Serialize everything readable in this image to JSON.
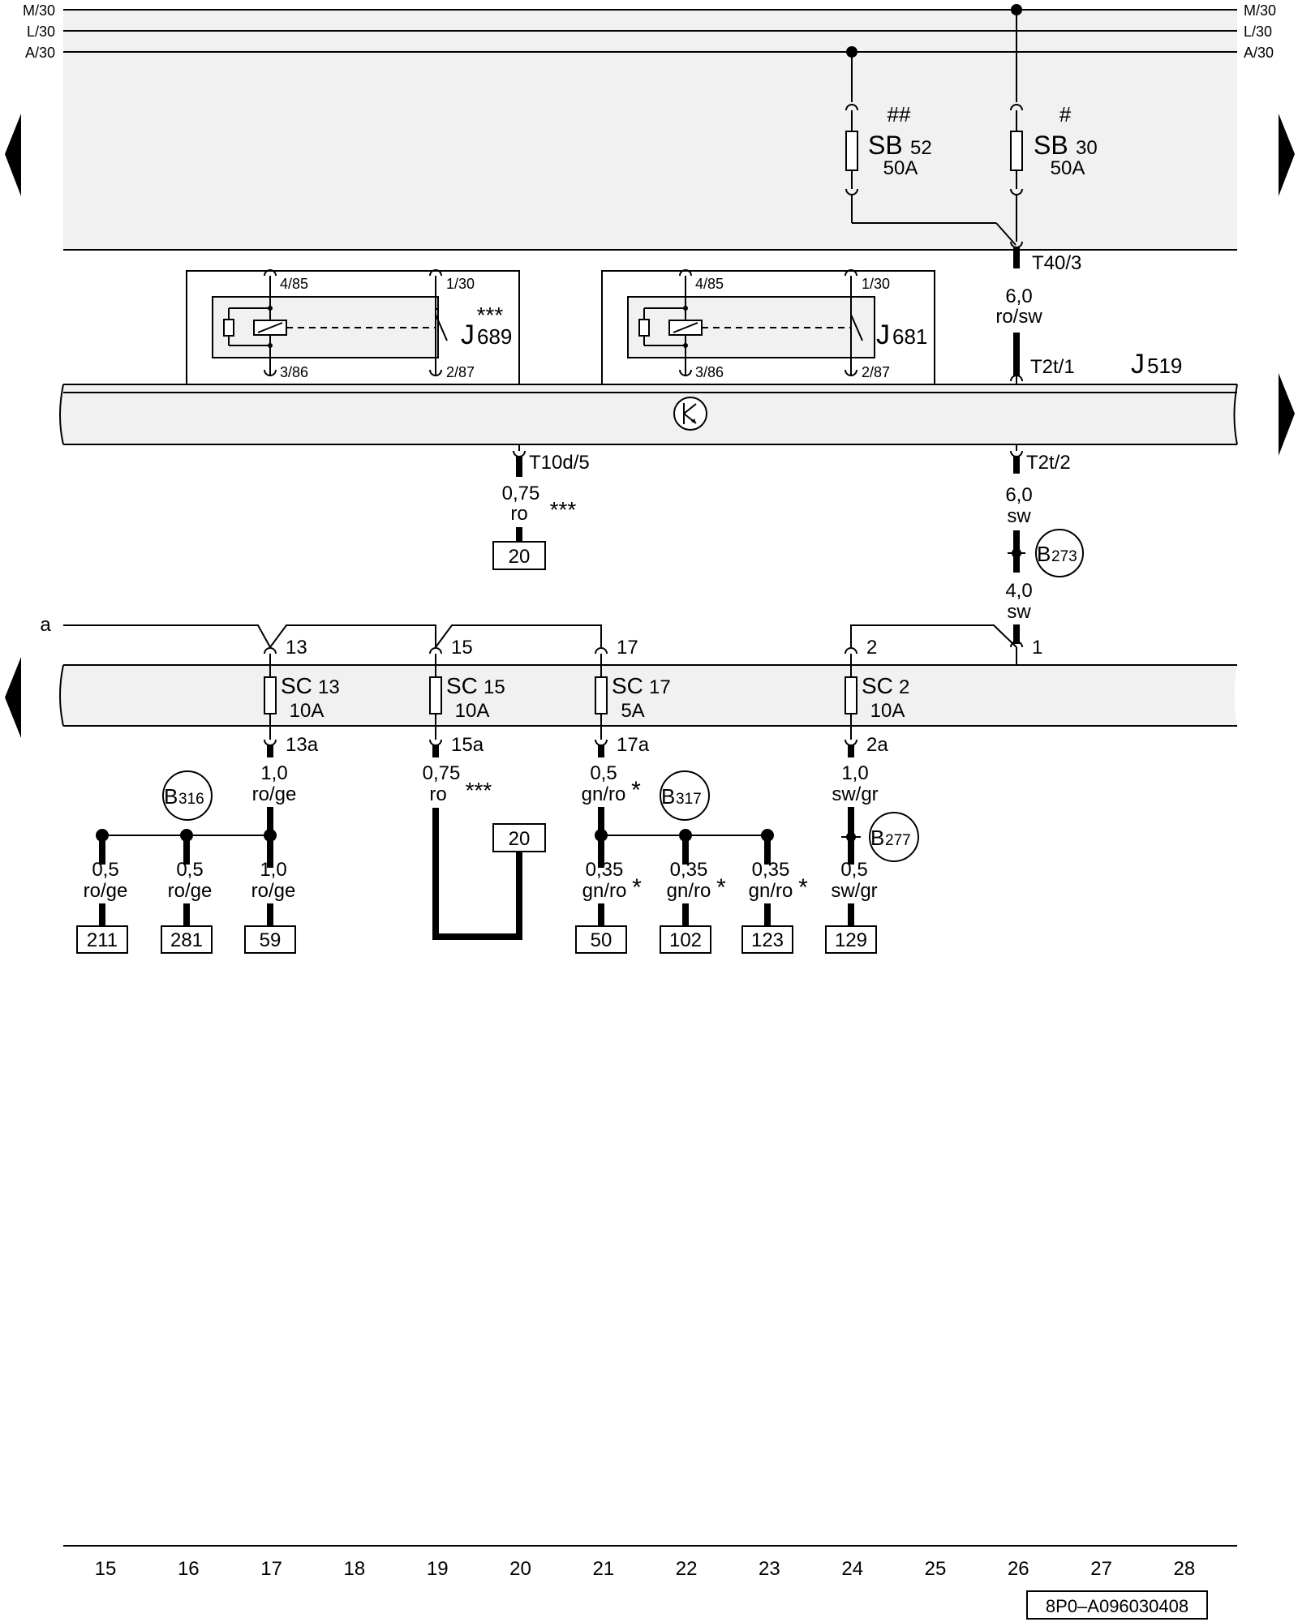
{
  "rails": {
    "left": [
      "M/30",
      "L/30",
      "A/30"
    ],
    "right": [
      "M/30",
      "L/30",
      "A/30"
    ]
  },
  "fuses_sb": [
    {
      "id": "sb52",
      "mark": "##",
      "code": "SB",
      "num": "52",
      "rating": "50A"
    },
    {
      "id": "sb30",
      "mark": "#",
      "code": "SB",
      "num": "30",
      "rating": "50A"
    }
  ],
  "relays": [
    {
      "id": "j689",
      "mark": "***",
      "letter": "J",
      "num": "689",
      "pins": [
        "4/85",
        "1/30",
        "3/86",
        "2/87"
      ]
    },
    {
      "id": "j681",
      "mark": "",
      "letter": "J",
      "num": "681",
      "pins": [
        "4/85",
        "1/30",
        "3/86",
        "2/87"
      ]
    }
  ],
  "module": {
    "letter": "J",
    "num": "519"
  },
  "connectors": {
    "t40_3": "T40/3",
    "t2t_1": "T2t/1",
    "t2t_2": "T2t/2",
    "t10d_5": "T10d/5"
  },
  "wires_top": {
    "w60_rosw": [
      "6,0",
      "ro/sw"
    ],
    "w075_ro": [
      "0,75",
      "ro"
    ],
    "w075_ro_mark": "***",
    "w60_sw": [
      "6,0",
      "sw"
    ],
    "w40_sw": [
      "4,0",
      "sw"
    ]
  },
  "splices": [
    {
      "id": "b273",
      "letter": "B",
      "num": "273"
    },
    {
      "id": "b316",
      "letter": "B",
      "num": "316"
    },
    {
      "id": "b317",
      "letter": "B",
      "num": "317"
    },
    {
      "id": "b277",
      "letter": "B",
      "num": "277"
    }
  ],
  "line_a": "a",
  "fuse_pins_top": [
    "13",
    "15",
    "17",
    "2",
    "1"
  ],
  "fuses_sc": [
    {
      "id": "sc13",
      "code": "SC",
      "num": "13",
      "rating": "10A"
    },
    {
      "id": "sc15",
      "code": "SC",
      "num": "15",
      "rating": "10A"
    },
    {
      "id": "sc17",
      "code": "SC",
      "num": "17",
      "rating": "5A"
    },
    {
      "id": "sc2",
      "code": "SC",
      "num": "2",
      "rating": "10A"
    }
  ],
  "fuse_pins_bottom": [
    "13a",
    "15a",
    "17a",
    "2a"
  ],
  "wires_mid": {
    "sc13": [
      "1,0",
      "ro/ge"
    ],
    "sc15": [
      "0,75",
      "ro"
    ],
    "sc15_mark": "***",
    "sc17": [
      "0,5",
      "gn/ro"
    ],
    "sc17_mark": "*",
    "sc2": [
      "1,0",
      "sw/gr"
    ]
  },
  "branches": [
    {
      "id": "b211",
      "size": "0,5",
      "color": "ro/ge",
      "mark": "",
      "ref": "211"
    },
    {
      "id": "b281",
      "size": "0,5",
      "color": "ro/ge",
      "mark": "",
      "ref": "281"
    },
    {
      "id": "b59",
      "size": "1,0",
      "color": "ro/ge",
      "mark": "",
      "ref": "59"
    },
    {
      "id": "b50",
      "size": "0,35",
      "color": "gn/ro",
      "mark": "*",
      "ref": "50"
    },
    {
      "id": "b102",
      "size": "0,35",
      "color": "gn/ro",
      "mark": "*",
      "ref": "102"
    },
    {
      "id": "b123",
      "size": "0,35",
      "color": "gn/ro",
      "mark": "*",
      "ref": "123"
    },
    {
      "id": "b129",
      "size": "0,5",
      "color": "sw/gr",
      "mark": "",
      "ref": "129"
    }
  ],
  "refs": {
    "t10d_ref": "20",
    "sc15_ref": "20"
  },
  "track_numbers": [
    "15",
    "16",
    "17",
    "18",
    "19",
    "20",
    "21",
    "22",
    "23",
    "24",
    "25",
    "26",
    "27",
    "28"
  ],
  "doc_code": "8P0–A096030408",
  "colors": {
    "area_fill": "#f1f1f1",
    "line": "#000000",
    "background": "#ffffff"
  }
}
